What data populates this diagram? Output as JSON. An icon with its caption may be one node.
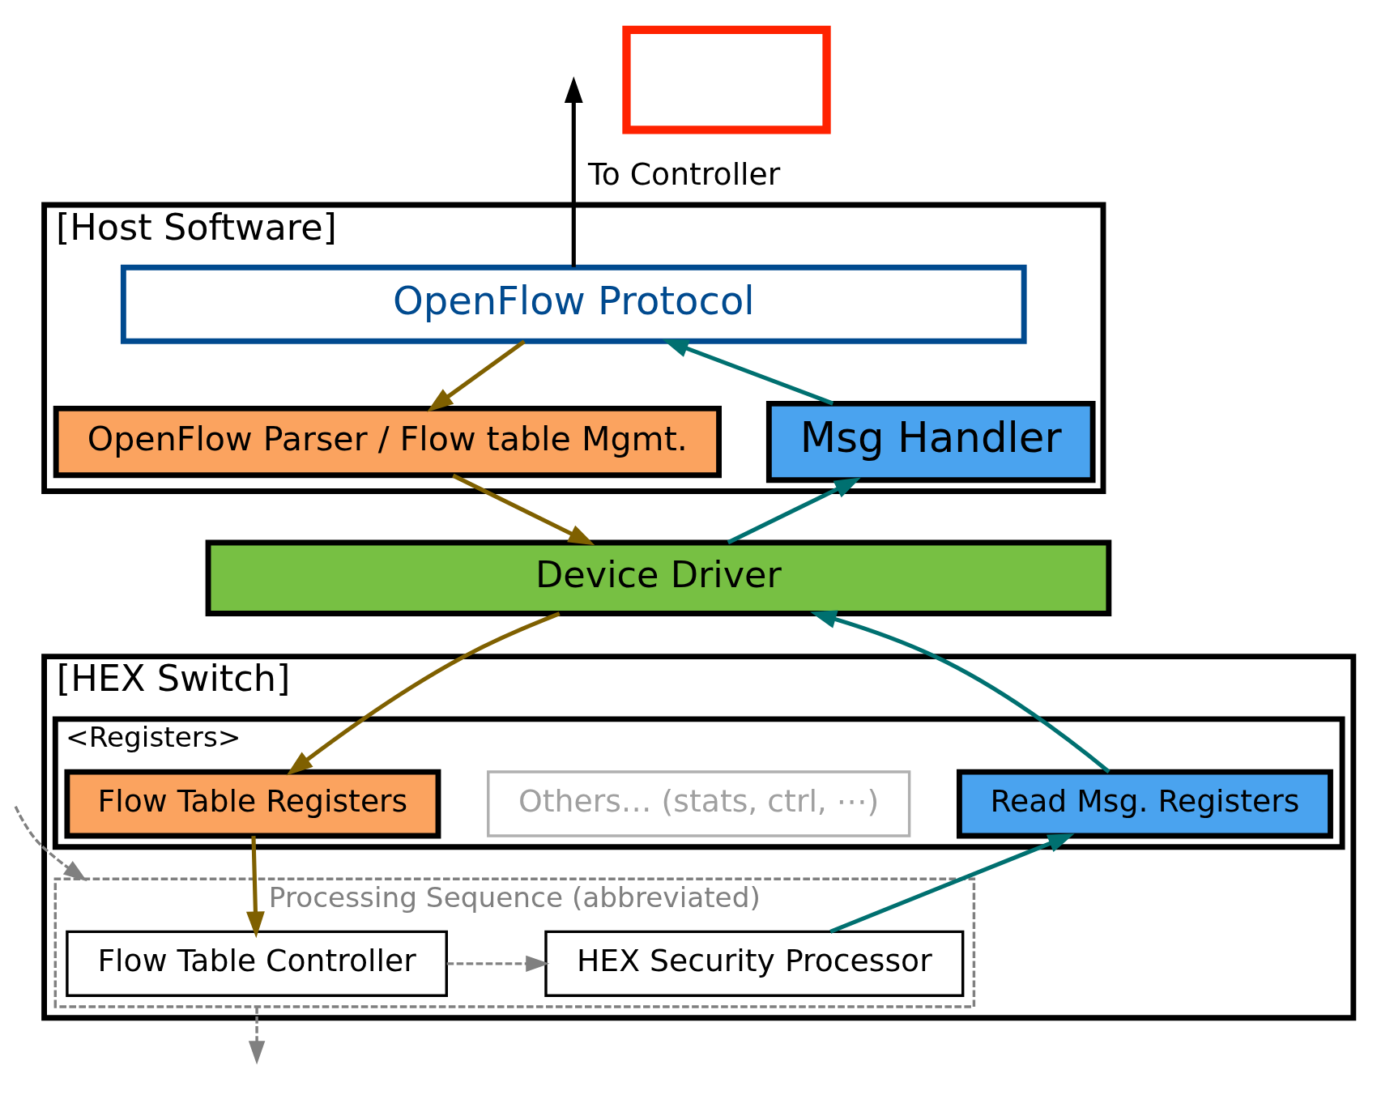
{
  "diagram": {
    "nodes": [
      {
        "text": [
          "[Host Software]"
        ]
      },
      {
        "text": [
          "OpenFlow Protocol"
        ],
        "in": 0
      },
      {
        "text": [
          "OpenFlow Parser / Flow table Mgmt."
        ],
        "in": 0
      },
      {
        "text": [
          "Msg Handler"
        ],
        "in": 0
      },
      {
        "text": [
          "Device Driver"
        ]
      },
      {
        "text": [
          "[HEX Switch]"
        ]
      },
      {
        "text": [
          "<Registers>"
        ],
        "in": 5
      },
      {
        "text": [
          "Flow Table Registers"
        ],
        "in": 6
      },
      {
        "text": [
          "Others… (stats, ctrl, ⋯)"
        ],
        "in": 6
      },
      {
        "text": [
          "Read Msg. Registers"
        ],
        "in": 6
      },
      {
        "text": [
          "Processing Sequence (abbreviated)"
        ],
        "in": 5
      },
      {
        "text": [
          "Flow Table Controller"
        ],
        "in": 10
      },
      {
        "text": [
          "HEX Security Processor"
        ],
        "in": 10
      },
      {
        "text": [],
        "shape": "box"
      }
    ],
    "edges": [
      {
        "from": 1,
        "to": null,
        "arrow": "to",
        "label": "To Controller",
        "color": "#000000"
      },
      {
        "from": 1,
        "to": 2,
        "arrow": "to",
        "color": "#7f6000"
      },
      {
        "from": 2,
        "to": 4,
        "arrow": "to",
        "color": "#7f6000"
      },
      {
        "from": 4,
        "to": 7,
        "arrow": "to",
        "color": "#7f6000"
      },
      {
        "from": 7,
        "to": 11,
        "arrow": "to",
        "color": "#7f6000"
      },
      {
        "from": 12,
        "to": 9,
        "arrow": "to",
        "color": "#007070"
      },
      {
        "from": 9,
        "to": 4,
        "arrow": "to",
        "color": "#007070"
      },
      {
        "from": 4,
        "to": 3,
        "arrow": "to",
        "color": "#007070"
      },
      {
        "from": 3,
        "to": 1,
        "arrow": "to",
        "color": "#007070"
      },
      {
        "from": null,
        "to": 10,
        "arrow": "to",
        "style": "dashed",
        "color": "#808080"
      },
      {
        "from": 11,
        "to": 12,
        "arrow": "to",
        "style": "dashed",
        "color": "#808080"
      },
      {
        "from": 10,
        "to": null,
        "arrow": "to",
        "style": "dashed",
        "color": "#808080"
      }
    ]
  }
}
